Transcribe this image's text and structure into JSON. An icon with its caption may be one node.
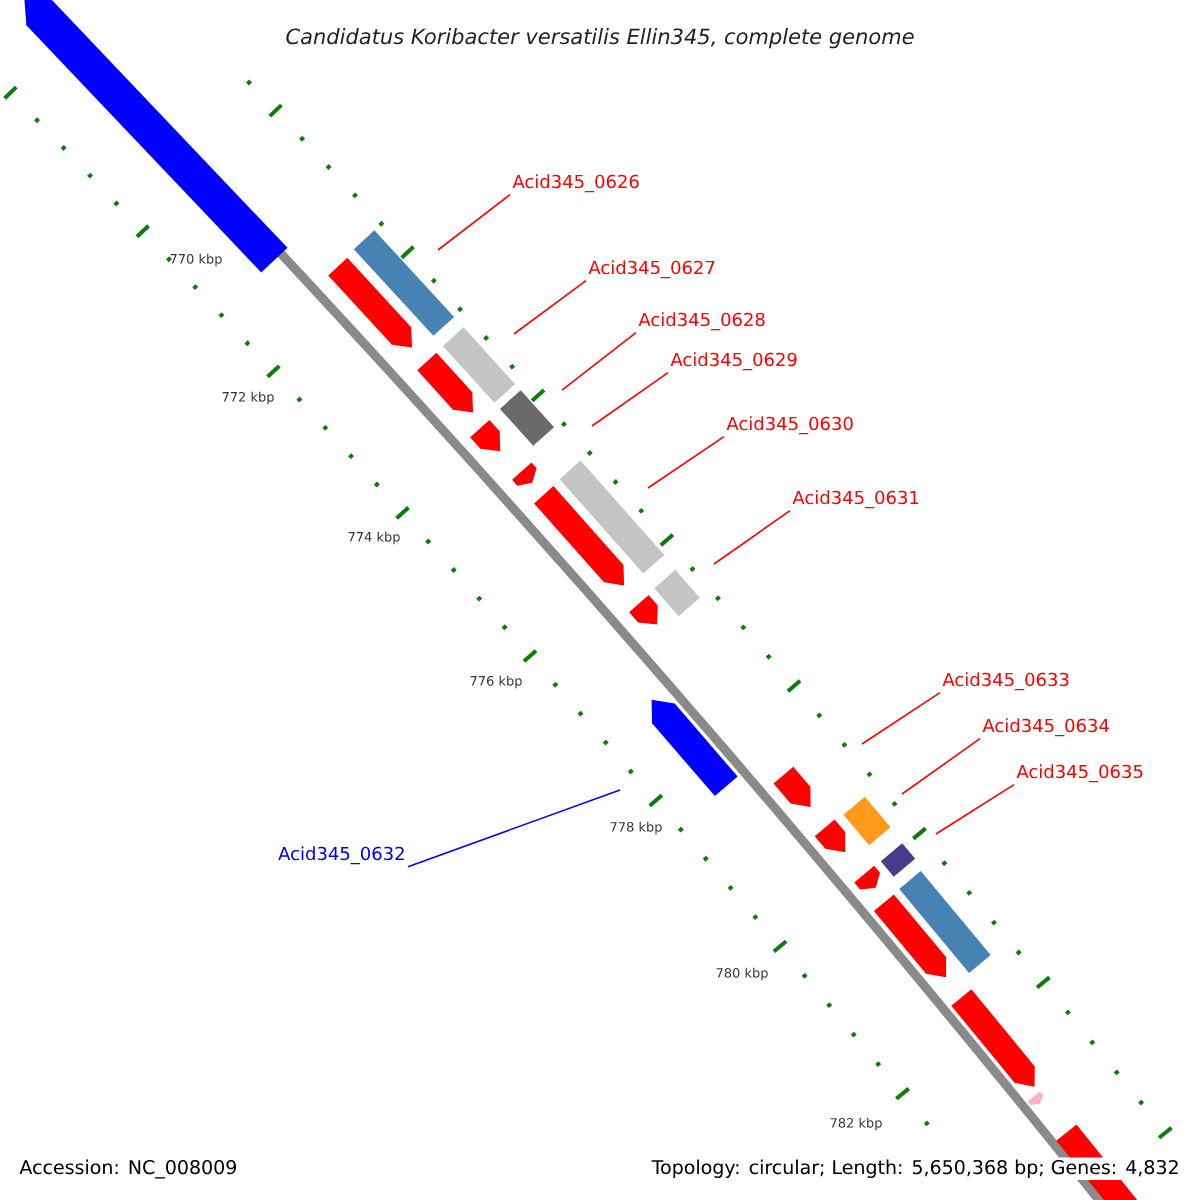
{
  "diagram": {
    "title": "Candidatus Koribacter versatilis Ellin345, complete genome",
    "nodes": [
      {
        "text": [
          "Acid345_0626"
        ]
      },
      {
        "text": [
          "Acid345_0627"
        ]
      },
      {
        "text": [
          "Acid345_0628"
        ]
      },
      {
        "text": [
          "Acid345_0629"
        ]
      },
      {
        "text": [
          "Acid345_0630"
        ]
      },
      {
        "text": [
          "Acid345_0631"
        ]
      },
      {
        "text": [
          "Acid345_0633"
        ]
      },
      {
        "text": [
          "Acid345_0634"
        ]
      },
      {
        "text": [
          "Acid345_0635"
        ]
      },
      {
        "text": [
          "Acid345_0632"
        ]
      }
    ],
    "edges": [
      {
        "from": 0,
        "to": null,
        "arrow": "none"
      },
      {
        "from": 1,
        "to": null,
        "arrow": "none"
      },
      {
        "from": 2,
        "to": null,
        "arrow": "none"
      },
      {
        "from": 3,
        "to": null,
        "arrow": "none"
      },
      {
        "from": 4,
        "to": null,
        "arrow": "none"
      },
      {
        "from": 5,
        "to": null,
        "arrow": "none"
      },
      {
        "from": 6,
        "to": null,
        "arrow": "none"
      },
      {
        "from": 7,
        "to": null,
        "arrow": "none"
      },
      {
        "from": 8,
        "to": null,
        "arrow": "none"
      },
      {
        "from": 9,
        "to": null,
        "arrow": "none",
        "color": "#0000ff"
      }
    ],
    "labels": [
      "770 kbp",
      "772 kbp",
      "774 kbp",
      "776 kbp",
      "778 kbp",
      "780 kbp",
      "782 kbp",
      "Accession: NC_008009",
      "Topology: circular; Length: 5,650,368 bp; Genes: 4,832"
    ]
  }
}
